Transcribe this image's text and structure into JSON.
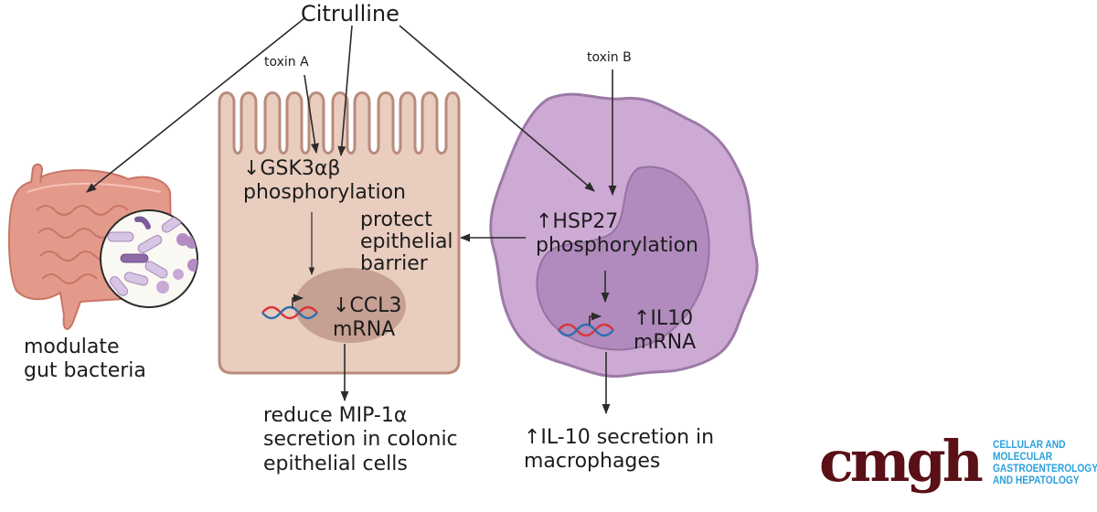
{
  "diagram": {
    "title": "Citrulline",
    "colors": {
      "epithelial_cell": "#e8cbbd",
      "epithelial_outline": "#b7887a",
      "epithelial_nucleus": "#c49e90",
      "macrophage": "#ccaad3",
      "macrophage_outline": "#9d78a7",
      "macrophage_nucleus": "#b18bbd",
      "intestine": "#e59a8c",
      "arrow": "#2b2b2b",
      "dna_red": "#d8353c",
      "dna_blue": "#2f6fb0"
    },
    "gut": {
      "label": "modulate\ngut bacteria"
    },
    "epithelial_cell": {
      "stimulus": "toxin A",
      "effect": "↓GSK3αβ\nphosphorylation",
      "barrier": "protect\nepithelial\nbarrier",
      "mrna": "↓CCL3\nmRNA",
      "outcome": "reduce MIP-1α\nsecretion in colonic\nepithelial cells"
    },
    "macrophage": {
      "stimulus": "toxin B",
      "effect": "↑HSP27\nphosphorylation",
      "mrna": "↑IL10\nmRNA",
      "outcome": "↑IL-10 secretion in\nmacrophages"
    },
    "logo": {
      "mark": "cmgh",
      "subtitle": "CELLULAR AND\nMOLECULAR\nGASTROENTEROLOGY\nAND HEPATOLOGY"
    }
  }
}
